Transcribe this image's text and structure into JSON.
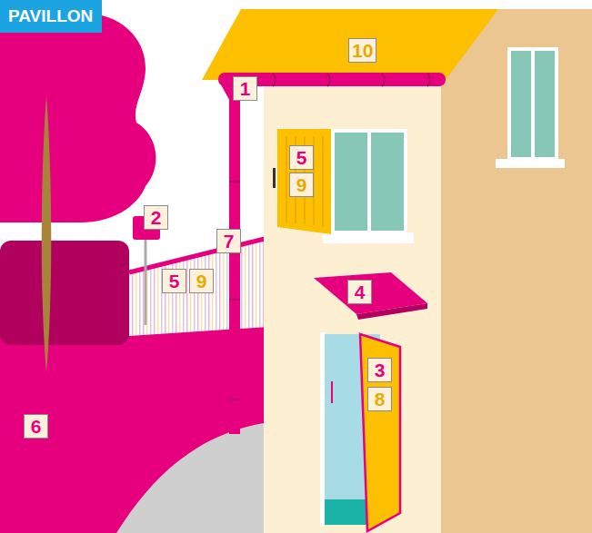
{
  "diagram": {
    "title": "PAVILLON",
    "labels": [
      "10",
      "1",
      "5",
      "9",
      "2",
      "7",
      "5",
      "9",
      "4",
      "3",
      "8",
      "6"
    ]
  }
}
